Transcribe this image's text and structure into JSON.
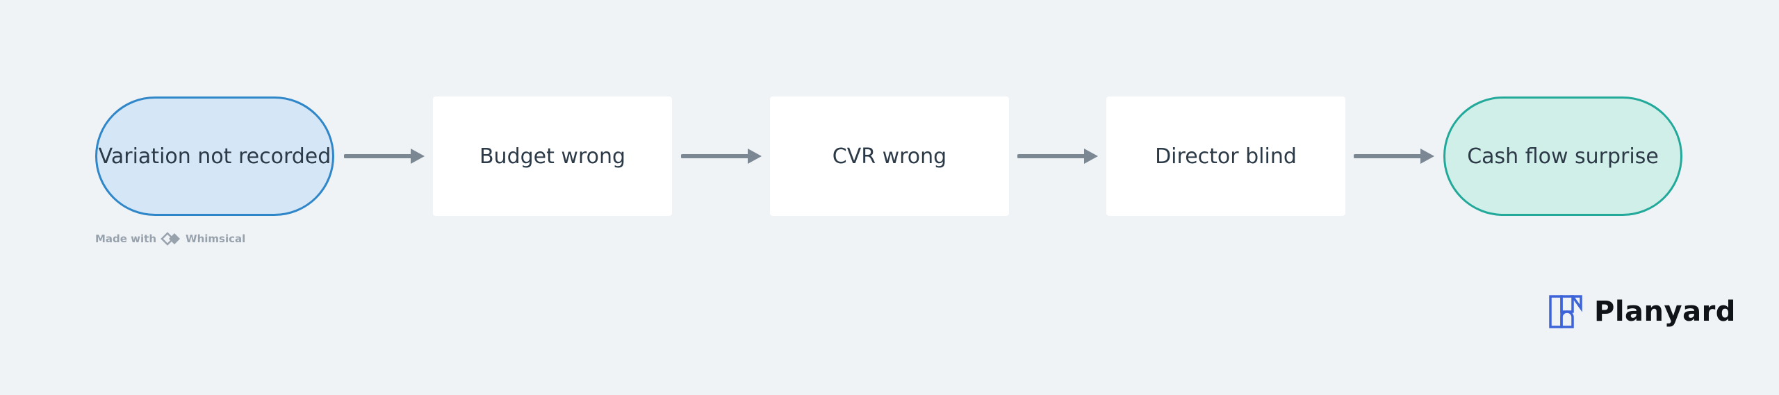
{
  "diagram": {
    "nodes": [
      {
        "id": "n1",
        "label": "Variation not recorded",
        "shape": "pill",
        "fill": "#d5e6f6",
        "stroke": "#2f86c8"
      },
      {
        "id": "n2",
        "label": "Budget wrong",
        "shape": "box",
        "fill": "#ffffff"
      },
      {
        "id": "n3",
        "label": "CVR wrong",
        "shape": "box",
        "fill": "#ffffff"
      },
      {
        "id": "n4",
        "label": "Director blind",
        "shape": "box",
        "fill": "#ffffff"
      },
      {
        "id": "n5",
        "label": "Cash flow surprise",
        "shape": "pill",
        "fill": "#d1efe9",
        "stroke": "#22a99a"
      }
    ],
    "edges": [
      {
        "from": "n1",
        "to": "n2"
      },
      {
        "from": "n2",
        "to": "n3"
      },
      {
        "from": "n3",
        "to": "n4"
      },
      {
        "from": "n4",
        "to": "n5"
      }
    ],
    "edge_color": "#7b8792"
  },
  "watermark": {
    "prefix": "Made with",
    "brand": "Whimsical"
  },
  "brand": {
    "name": "Planyard",
    "logo_icon": "planyard-logo-icon",
    "logo_color": "#3d63d8"
  }
}
